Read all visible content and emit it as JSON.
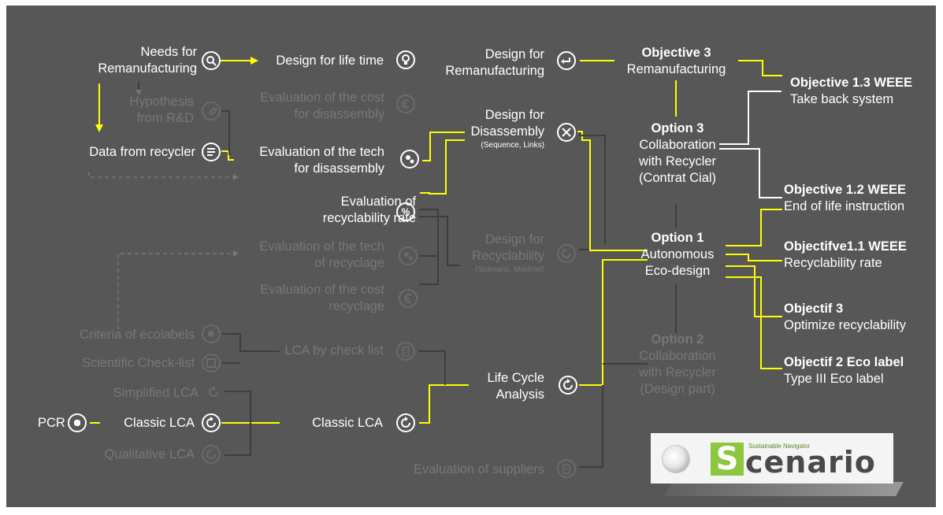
{
  "nodes": {
    "needs_remanufacturing": [
      "Needs for",
      "Remanufacturing"
    ],
    "hypothesis_rd": [
      "Hypothesis",
      "from R&D"
    ],
    "data_from_recycler": [
      "Data from recycler"
    ],
    "design_life_time": [
      "Design for life time"
    ],
    "eval_cost_disassembly": [
      "Evaluation of the cost",
      "for disassembly"
    ],
    "eval_tech_disassembly": [
      "Evaluation of the tech",
      "for disassembly"
    ],
    "eval_recyclability_rate": [
      "Evaluation of",
      "recyclability rate"
    ],
    "eval_tech_recyclage": [
      "Evaluation  of the tech",
      "of recyclage"
    ],
    "eval_cost_recyclage": [
      "Evaluation of the cost",
      "recyclage"
    ],
    "criteria_ecolabels": [
      "Criteria of ecolabels"
    ],
    "scientific_checklist": [
      "Scientific Check-list"
    ],
    "lca_checklist": [
      "LCA by check list"
    ],
    "simplified_lca": [
      "Simplified LCA"
    ],
    "classic_lca_left": [
      "Classic LCA"
    ],
    "pcr": [
      "PCR"
    ],
    "qualitative_lca": [
      "Qualitative LCA"
    ],
    "classic_lca_mid": [
      "Classic LCA"
    ],
    "design_remanufacturing": [
      "Design for",
      "Remanufacturing"
    ],
    "design_disassembly": [
      "Design for",
      "Disassembly"
    ],
    "design_disassembly_sub": "(Sequence, Links)",
    "design_recyclability": [
      "Design for",
      "Recyclability"
    ],
    "design_recyclability_sub": "(Scénario, Matériel)",
    "life_cycle_analysis": [
      "Life Cycle",
      "Analysis"
    ],
    "eval_suppliers": [
      "Evaluation of suppliers"
    ],
    "objective3": {
      "title": "Objective 3",
      "text": "Remanufacturing"
    },
    "option3": {
      "title": "Option 3",
      "lines": [
        "Collaboration",
        "with Recycler",
        "(Contrat Cial)"
      ]
    },
    "option1": {
      "title": "Option 1",
      "lines": [
        "Autonomous",
        "Eco-design"
      ]
    },
    "option2": {
      "title": "Option 2",
      "lines": [
        "Collaboration",
        "with Recycler",
        "(Design part)"
      ]
    },
    "obj13": {
      "title": "Objective 1.3 WEEE",
      "text": "Take back system"
    },
    "obj12": {
      "title": "Objective 1.2 WEEE",
      "text": "End of life instruction"
    },
    "obj11": {
      "title": "Objectifve1.1 WEEE",
      "text": "Recyclability rate"
    },
    "objectif3": {
      "title": "Objectif 3",
      "text": "Optimize recyclability"
    },
    "objectif2": {
      "title": "Objectif 2 Eco label",
      "text": "Type III Eco label"
    }
  },
  "logo": {
    "letter": "S",
    "word": "cenario",
    "tagline": "Sustainable Navigator"
  },
  "colors": {
    "background": "#575757",
    "highlight": "#ffff00",
    "active_text": "#ffffff",
    "inactive": "#777777",
    "logo_green": "#8dc63f"
  }
}
